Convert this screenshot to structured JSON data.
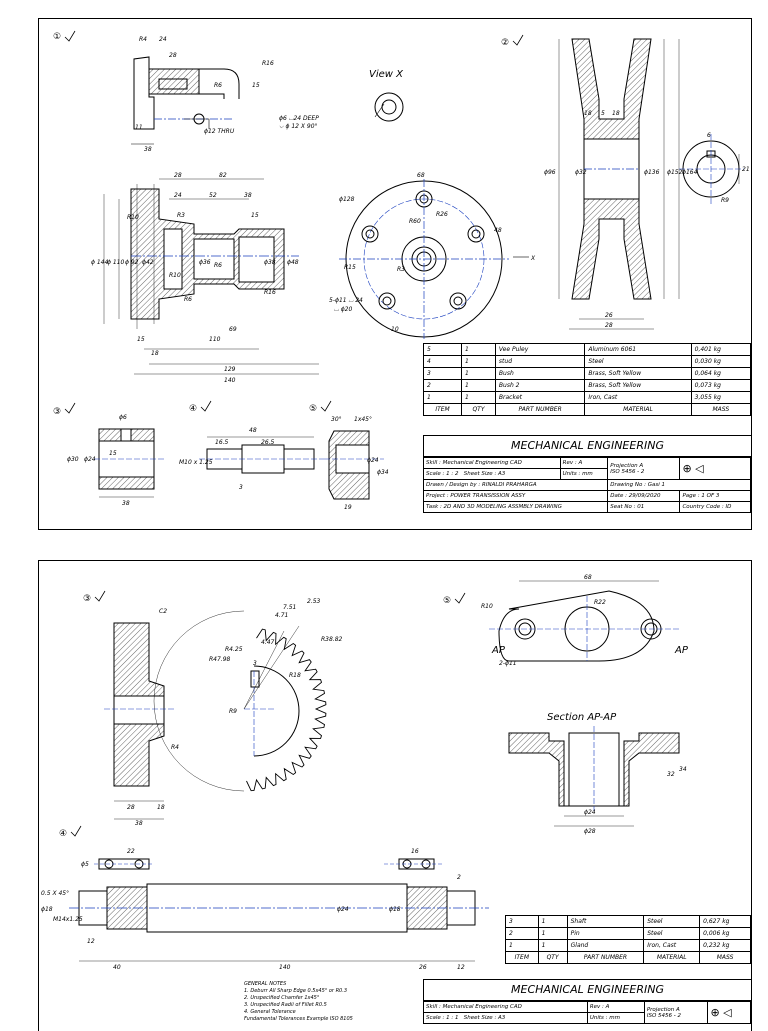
{
  "sheet1": {
    "parts_list": [
      {
        "item": "5",
        "qty": "1",
        "name": "Vee Puley",
        "material": "Aluminum 6061",
        "mass": "0,401 kg"
      },
      {
        "item": "4",
        "qty": "1",
        "name": "stud",
        "material": "Steel",
        "mass": "0,030 kg"
      },
      {
        "item": "3",
        "qty": "1",
        "name": "Bush",
        "material": "Brass, Soft Yellow",
        "mass": "0,064 kg"
      },
      {
        "item": "2",
        "qty": "1",
        "name": "Bush 2",
        "material": "Brass, Soft Yellow",
        "mass": "0,073 kg"
      },
      {
        "item": "1",
        "qty": "1",
        "name": "Bracket",
        "material": "Iron, Cast",
        "mass": "3,055 kg"
      }
    ],
    "headers": {
      "item": "ITEM",
      "qty": "QTY",
      "name": "PART NUMBER",
      "material": "MATERIAL",
      "mass": "MASS"
    },
    "title": "MECHANICAL ENGINEERING",
    "skill": "Skill : Mechanical Engineering CAD",
    "rev": "Rev : A",
    "scale": "Scale : 1 : 2",
    "sheet_size": "Sheet Size : A3",
    "units": "Units : mm",
    "projection": "Projection A",
    "iso": "ISO 5456 - 2",
    "drawn": "Drawn / Design by : RINALDI PRAHARGA",
    "drawing_no": "Drawing No : Gasi 1",
    "project": "Project : POWER TRANSISSION ASSY",
    "date": "Date : 29/09/2020",
    "page": "Page : 1 OF 3",
    "task": "Task : 2D AND 3D MODELING ASSMBLY DRAWING",
    "seat": "Seat No : 01",
    "country": "Country Code : ID",
    "view_x": "View X",
    "dims": {
      "r4": "R4",
      "d24": "24",
      "d28": "28",
      "r6": "R6",
      "r16": "R16",
      "d15": "15",
      "d11": "11",
      "d38": "38",
      "hole1": "ϕ6 ⌴24 DEEP",
      "hole2": "⌵ ϕ 12 X 90°",
      "thru": "ϕ12 THRU",
      "d28b": "28",
      "d82": "82",
      "d52": "52",
      "d24b": "24",
      "d38b": "38",
      "d15b": "15",
      "dia144": "ϕ 144",
      "dia110": "ϕ 110",
      "dia92": "ϕ 92",
      "dia42": "ϕ42",
      "dia36": "ϕ36",
      "dia38": "ϕ38",
      "dia48": "ϕ48",
      "r10": "R10",
      "r3": "R3",
      "r10b": "R10",
      "r6b": "R6",
      "r16b": "R16",
      "r6c": "R6",
      "d69": "69",
      "d110": "110",
      "d15c": "15",
      "d18": "18",
      "d129": "129",
      "d140": "140",
      "dia128": "ϕ128",
      "d68": "68",
      "r26": "R26",
      "r60": "R60",
      "d48": "48",
      "r3b": "R3",
      "r15": "R15",
      "x": "X",
      "holes5": "5-ϕ11 ⌴ 24",
      "holes5b": "⌴ ϕ20",
      "d10": "10",
      "dia96": "ϕ96",
      "dia32": "ϕ32",
      "dia136": "ϕ136",
      "dia152": "ϕ152",
      "dia164": "ϕ164",
      "d18b": "18",
      "d5": "5",
      "d18c": "18",
      "d26": "26",
      "d28c": "28",
      "d6": "6",
      "d21": "21",
      "r9": "R9",
      "d6b": "ϕ6",
      "dia30": "ϕ30",
      "dia24": "ϕ24",
      "d15d": "15",
      "d38c": "38",
      "d48b": "48",
      "d165": "16.5",
      "d265": "26.5",
      "m10": "M10 x 1.25",
      "d3": "3",
      "ang30": "30°",
      "chamf": "1x45°",
      "dia24b": "ϕ24",
      "dia34": "ϕ34",
      "d19": "19"
    }
  },
  "sheet2": {
    "parts_list": [
      {
        "item": "3",
        "qty": "1",
        "name": "Shaft",
        "material": "Steel",
        "mass": "0,627 kg"
      },
      {
        "item": "2",
        "qty": "1",
        "name": "Pin",
        "material": "Steel",
        "mass": "0,006 kg"
      },
      {
        "item": "1",
        "qty": "1",
        "name": "Gland",
        "material": "Iron, Cast",
        "mass": "0,232 kg"
      }
    ],
    "headers": {
      "item": "ITEM",
      "qty": "QTY",
      "name": "PART NUMBER",
      "material": "MATERIAL",
      "mass": "MASS"
    },
    "title": "MECHANICAL ENGINEERING",
    "skill": "Skill : Mechanical Engineering CAD",
    "rev": "Rev : A",
    "scale": "Scale : 1 : 1",
    "sheet_size": "Sheet Size : A3",
    "units": "Units : mm",
    "projection": "Projection A",
    "iso": "ISO 5456 - 2",
    "section": "Section AP-AP",
    "ap": "AP",
    "notes": [
      "GENERAL NOTES",
      "1. Deburr All Sharp Edge 0.5x45° or R0.3",
      "2. Unspecified Chamfer 1x45°",
      "3. Unspecified Radii of Fillet R0.5",
      "4. General Tolerance",
      "    Fundamental Tolerances Example ISO 8105"
    ],
    "dims": {
      "c2": "C2",
      "r4": "R4",
      "d28": "28",
      "d18": "18",
      "d38": "38",
      "g1": "7.51",
      "g2": "4.71",
      "g3": "2.53",
      "g4": "4.47",
      "r425": "R4.25",
      "r47": "R47.98",
      "r3882": "R38.82",
      "r18": "R18",
      "r9": "R9",
      "d3": "3",
      "d68": "68",
      "r22": "R22",
      "r10": "R10",
      "holes": "2-ϕ11",
      "d24": "ϕ24",
      "d120": "ϕ28",
      "d32": "32",
      "d36": "34",
      "d22": "22",
      "d5": "ϕ5",
      "d16": "16",
      "d2": "2",
      "chamf": "0.5 X 45°",
      "dia18": "ϕ18",
      "m": "M14x1.25",
      "d12": "12",
      "dia24": "ϕ24",
      "dia18b": "ϕ18",
      "d40": "40",
      "d140": "140",
      "d26": "26",
      "d12b": "12"
    }
  }
}
